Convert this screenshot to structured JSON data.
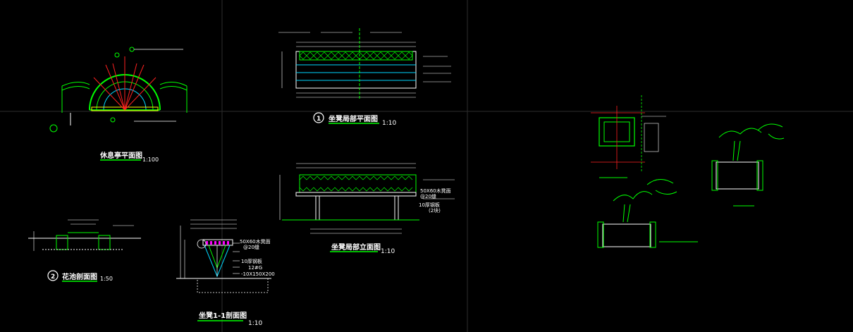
{
  "drawing": {
    "background": "#000000",
    "colors": {
      "line_green": "#00ff00",
      "line_white": "#ffffff",
      "line_red": "#ff2020",
      "line_cyan": "#00d8ff",
      "line_magenta": "#ff00ff",
      "line_yellow": "#ffff00",
      "grid_gray": "#303030"
    },
    "titles": {
      "pavilion_plan": "休息亭平面图",
      "pavilion_plan_scale": "1:100",
      "bench_partial_plan_number": "1",
      "bench_partial_plan": "坐凳局部平面图",
      "bench_partial_plan_scale": "1:10",
      "bench_partial_elevation": "坐凳局部立面图",
      "bench_partial_elevation_scale": "1:10",
      "planter_section_number": "2",
      "planter_section": "花池剖面图",
      "planter_section_scale": "1:50",
      "bench_section": "坐凳1-1剖面图",
      "bench_section_scale": "1:10"
    },
    "notes": {
      "n1": "50X60木凳面",
      "n2": "@20缝",
      "n3": "10厚钢板",
      "n4": "(2块)",
      "n5": "50X60木凳面",
      "n6": "@20缝",
      "n7": "10厚钢板",
      "n8": "12#G",
      "n9": "-10X150X200"
    }
  }
}
